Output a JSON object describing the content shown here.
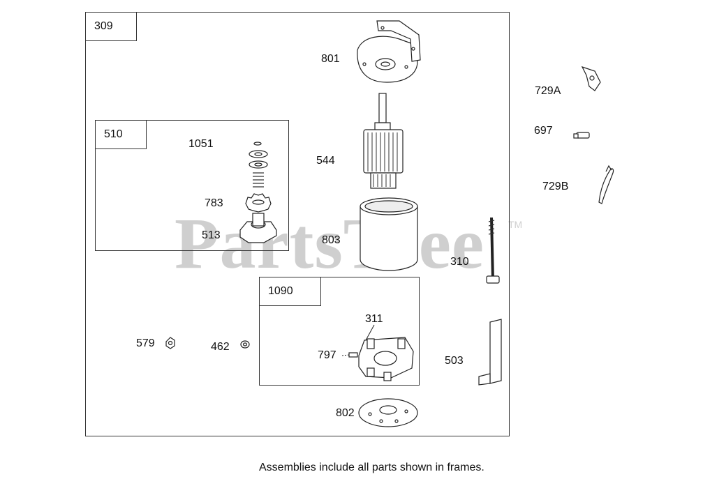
{
  "watermark": {
    "text": "PartsTree",
    "tm": "TM"
  },
  "frames": {
    "main": "309",
    "f510": "510",
    "f1090": "1090"
  },
  "labels": {
    "p801": "801",
    "p544": "544",
    "p803": "803",
    "p310": "310",
    "p729a": "729A",
    "p697": "697",
    "p729b": "729B",
    "p1051": "1051",
    "p783": "783",
    "p513": "513",
    "p311": "311",
    "p797": "797",
    "p503": "503",
    "p579": "579",
    "p462": "462",
    "p802": "802"
  },
  "footer": "Assemblies include all parts shown in frames."
}
